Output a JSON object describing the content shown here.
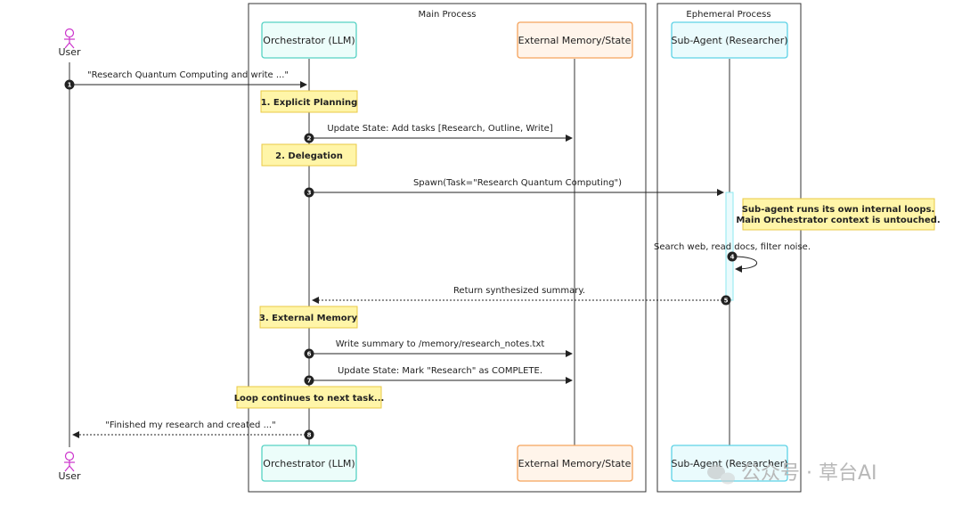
{
  "groups": {
    "main": "Main Process",
    "ephemeral": "Ephemeral Process"
  },
  "participants": {
    "user": "User",
    "orchestrator": "Orchestrator (LLM)",
    "memory": "External Memory/State",
    "subagent": "Sub-Agent (Researcher)"
  },
  "messages": [
    {
      "num": "1",
      "text": "\"Research Quantum Computing and write ...\""
    },
    {
      "num": "2",
      "text": "Update State: Add tasks [Research, Outline, Write]"
    },
    {
      "num": "3",
      "text": "Spawn(Task=\"Research Quantum Computing\")"
    },
    {
      "num": "4",
      "text": "Search web, read docs, filter noise."
    },
    {
      "num": "5",
      "text": "Return synthesized summary."
    },
    {
      "num": "6",
      "text": "Write summary to /memory/research_notes.txt"
    },
    {
      "num": "7",
      "text": "Update State: Mark \"Research\" as COMPLETE."
    },
    {
      "num": "8",
      "text": "\"Finished my research and created ...\""
    }
  ],
  "notes": {
    "planning": "1. Explicit Planning",
    "delegation": "2. Delegation",
    "subagent_line1": "Sub-agent runs its own internal loops.",
    "subagent_line2": "Main Orchestrator context is untouched.",
    "external_memory": "3. External Memory",
    "loop": "Loop continues to next task..."
  },
  "watermark": "公众号 · 草台AI",
  "colors": {
    "orchestrator_border": "#56d2c4",
    "orchestrator_fill": "#ecfdfa",
    "memory_border": "#f5a35c",
    "memory_fill": "#fff4ea",
    "subagent_border": "#5dd2e6",
    "subagent_fill": "#eafbfd",
    "note_border": "#e8c945",
    "note_fill": "#fff5a8",
    "actor": "#cc33cc"
  }
}
